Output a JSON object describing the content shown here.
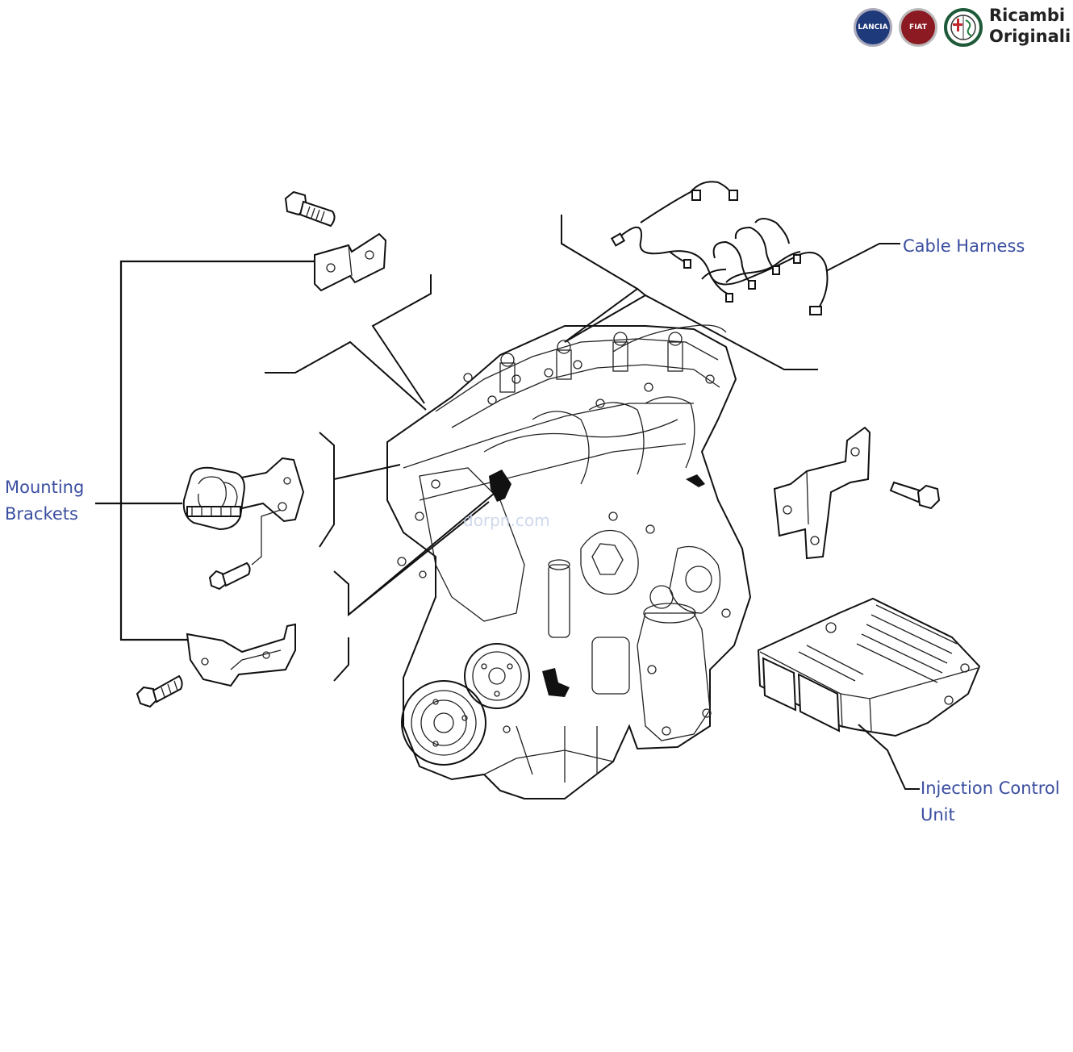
{
  "brand": {
    "line1": "Ricambi",
    "line2": "Originali",
    "badges": [
      {
        "name": "lancia",
        "text": "LANCIA",
        "color": "#1f3a7a"
      },
      {
        "name": "fiat",
        "text": "FIAT",
        "color": "#8c1a22"
      },
      {
        "name": "alfa-romeo",
        "text": "",
        "color": "#1e5a3a"
      }
    ]
  },
  "watermark": "dorpn.com",
  "labels": {
    "cable_harness": "Cable Harness",
    "mounting_brackets_line1": "Mounting",
    "mounting_brackets_line2": "Brackets",
    "injection_unit_line1": "Injection Control",
    "injection_unit_line2": "Unit"
  }
}
